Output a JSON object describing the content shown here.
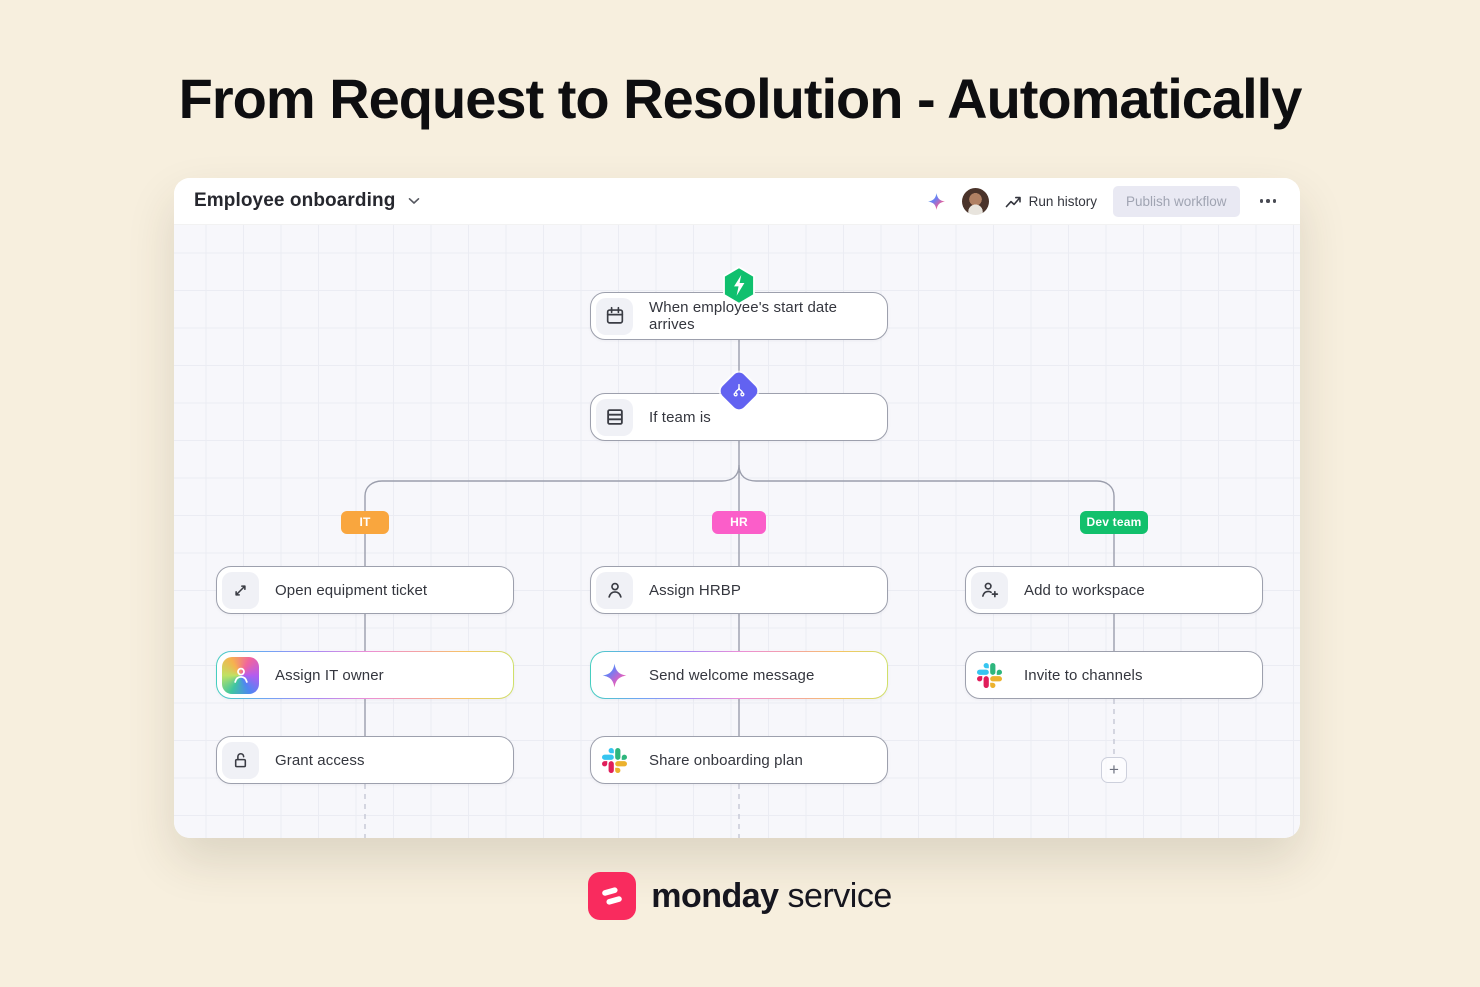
{
  "page": {
    "headline": "From Request to Resolution - Automatically"
  },
  "window": {
    "title": "Employee onboarding",
    "toolbar": {
      "run_history_label": "Run history",
      "publish_label": "Publish workflow",
      "menu_label": "⋯"
    }
  },
  "workflow": {
    "trigger": {
      "label": "When employee's start date arrives",
      "icon": "calendar-icon",
      "badge": "lightning-hexagon"
    },
    "condition": {
      "label": "If team is",
      "icon": "rows-icon",
      "badge": "branch-diamond"
    },
    "branches": [
      {
        "name": "IT",
        "color": "#f9a63e",
        "steps": [
          {
            "label": "Open equipment ticket",
            "icon": "expand-icon",
            "ai": false
          },
          {
            "label": "Assign IT owner",
            "icon": "person-gradient-icon",
            "ai": true
          },
          {
            "label": "Grant access",
            "icon": "unlock-icon",
            "ai": false
          }
        ]
      },
      {
        "name": "HR",
        "color": "#fb5ec9",
        "steps": [
          {
            "label": "Assign HRBP",
            "icon": "person-icon",
            "ai": false
          },
          {
            "label": "Send welcome message",
            "icon": "ai-star-icon",
            "ai": true
          },
          {
            "label": "Share onboarding plan",
            "icon": "slack-icon",
            "ai": false
          }
        ]
      },
      {
        "name": "Dev team",
        "color": "#12c06c",
        "steps": [
          {
            "label": "Add to workspace",
            "icon": "person-add-icon",
            "ai": false
          },
          {
            "label": "Invite to channels",
            "icon": "slack-icon",
            "ai": false
          }
        ]
      }
    ],
    "add_step_label": "+"
  },
  "footer": {
    "brand_bold": "monday",
    "brand_regular": "service"
  },
  "colors": {
    "page_bg": "#f7efde",
    "canvas_bg": "#f7f7fb",
    "trigger_green": "#10c06e",
    "condition_purple": "#6262f1",
    "it_orange": "#f9a63e",
    "hr_pink": "#fb5ec9",
    "dev_green": "#12c06c",
    "brand_red": "#f92b5e",
    "slack": [
      "#36C5F0",
      "#2EB67D",
      "#ECB22E",
      "#E01E5A"
    ]
  }
}
